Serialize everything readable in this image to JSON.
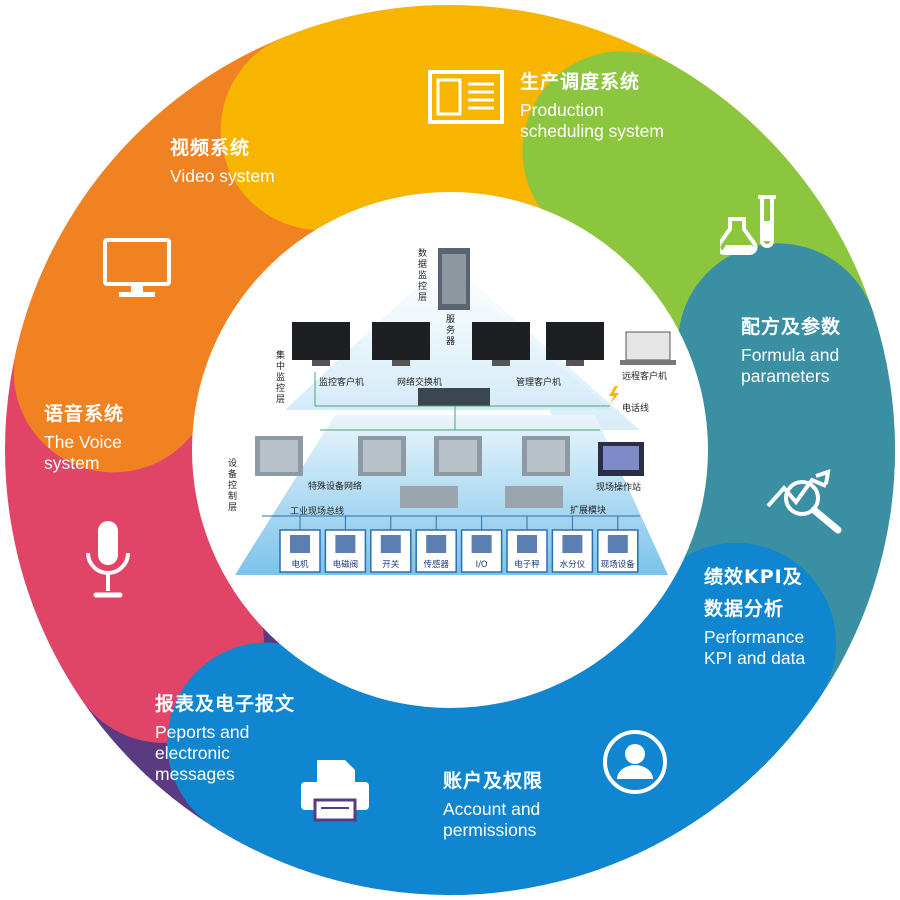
{
  "colors": {
    "production": "#f7b500",
    "formula": "#8cc63f",
    "kpi": "#3a8fa3",
    "account": "#0f86cf",
    "reports": "#5b3a82",
    "voice": "#e04466",
    "video": "#f08221"
  },
  "segments": [
    {
      "id": "production",
      "zh": "生产调度系统",
      "en": [
        "Production",
        "scheduling system"
      ],
      "icon": "document-panel-icon"
    },
    {
      "id": "formula",
      "zh": "配方及参数",
      "en": [
        "Formula and",
        "parameters"
      ],
      "icon": "flask-icon"
    },
    {
      "id": "kpi",
      "zh": [
        "绩效KPI及",
        "数据分析"
      ],
      "en": [
        "Performance",
        "KPI and data"
      ],
      "icon": "analytics-magnifier-icon"
    },
    {
      "id": "account",
      "zh": "账户及权限",
      "en": [
        "Account and",
        "permissions"
      ],
      "icon": "user-icon"
    },
    {
      "id": "reports",
      "zh": "报表及电子报文",
      "en": [
        "Peports and",
        "electronic",
        "messages"
      ],
      "icon": "printer-icon"
    },
    {
      "id": "voice",
      "zh": "语音系统",
      "en": [
        "The Voice",
        "system"
      ],
      "icon": "microphone-icon"
    },
    {
      "id": "video",
      "zh": "视频系统",
      "en": [
        "Video system"
      ],
      "icon": "monitor-icon"
    }
  ],
  "diagram": {
    "layer_data": "数据监控层",
    "layer_central": "集中监控层",
    "layer_device": "设备控制层",
    "server": "服务器",
    "monitor_client": "监控客户机",
    "network_switch": "网络交换机",
    "manage_client": "管理客户机",
    "remote_client": "远程客户机",
    "phone_line": "电话线",
    "special_network": "特殊设备网络",
    "field_station": "现场操作站",
    "expansion": "扩展模块",
    "fieldbus": "工业现场总线",
    "devices": [
      "电机",
      "电磁阀",
      "开关",
      "传感器",
      "I/O",
      "电子秤",
      "水分仪",
      "现场设备"
    ]
  }
}
